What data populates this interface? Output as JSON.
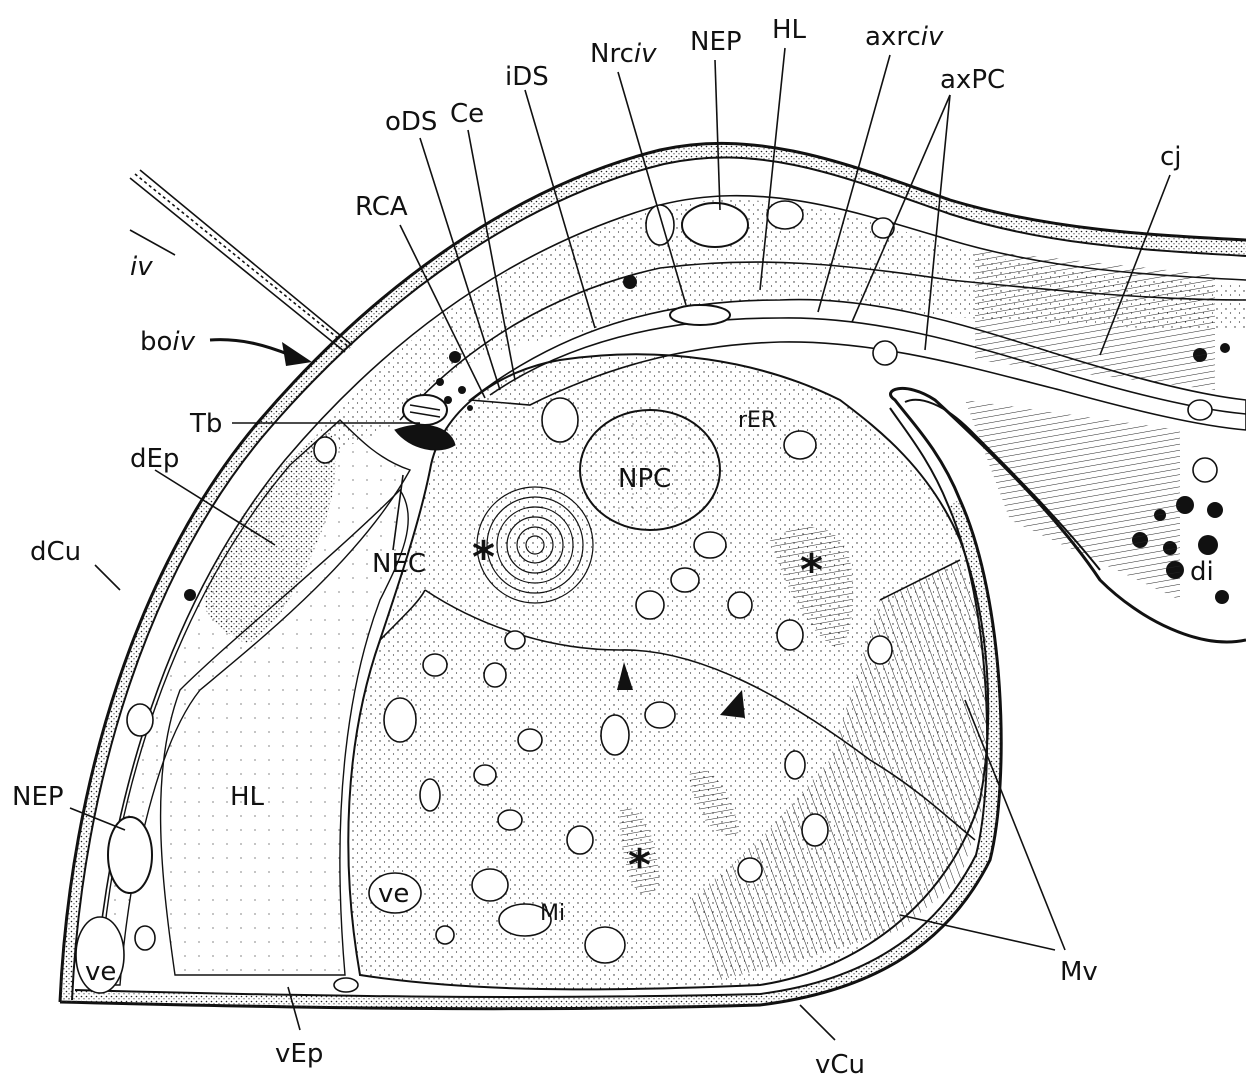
{
  "labels": {
    "iv": "iv",
    "boiv_prefix": "bo",
    "boiv_italic": "iv",
    "RCA": "RCA",
    "oDS": "oDS",
    "Ce": "Ce",
    "iDS": "iDS",
    "Nrciv_prefix": "Nrc",
    "Nrciv_italic": "iv",
    "NEP_top": "NEP",
    "HL_top": "HL",
    "axrciv_prefix": "axrc",
    "axrciv_italic": "iv",
    "axPC": "axPC",
    "cj": "cj",
    "Tb": "Tb",
    "dEp": "dEp",
    "rER": "rER",
    "NPC": "NPC",
    "NEC": "NEC",
    "dCu": "dCu",
    "di": "di",
    "NEP_left": "NEP",
    "HL_left": "HL",
    "ve_mid": "ve",
    "ve_left": "ve",
    "Mi": "Mi",
    "Mv": "Mv",
    "vEp": "vEp",
    "vCu": "vCu",
    "asterisk_1": "*",
    "asterisk_2": "*",
    "asterisk_3": "*"
  }
}
